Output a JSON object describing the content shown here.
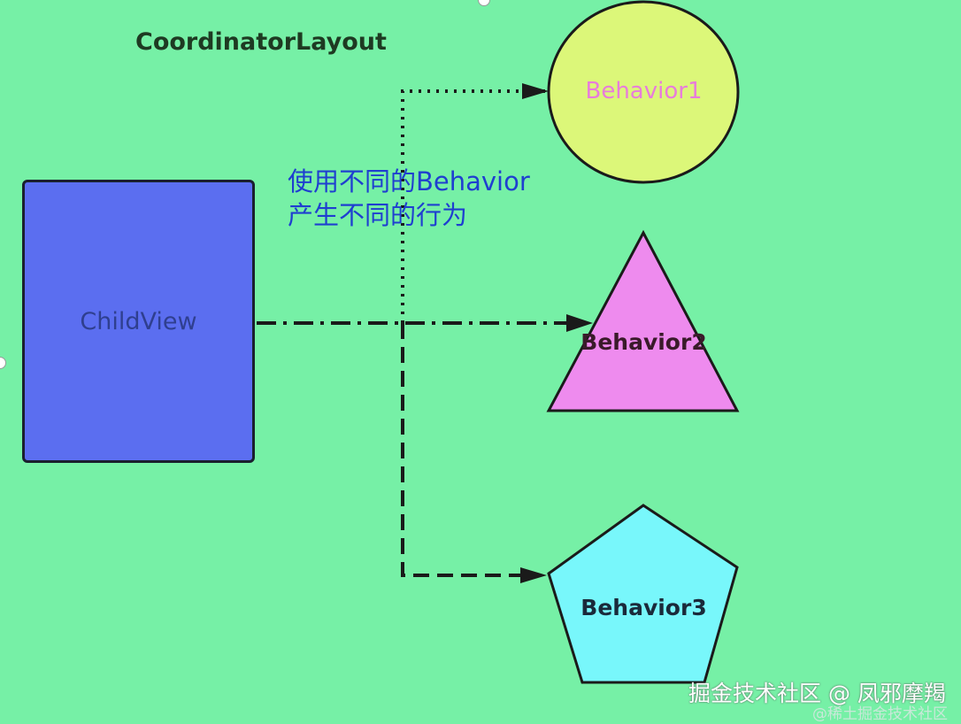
{
  "title": "CoordinatorLayout",
  "child_view": {
    "label": "ChildView"
  },
  "caption": {
    "line1": "使用不同的Behavior",
    "line2": "产生不同的行为"
  },
  "behaviors": [
    {
      "label": "Behavior1",
      "shape": "circle",
      "fill": "#dcf779"
    },
    {
      "label": "Behavior2",
      "shape": "triangle",
      "fill": "#ee8bee"
    },
    {
      "label": "Behavior3",
      "shape": "pentagon",
      "fill": "#78f7fb"
    }
  ],
  "connectors": [
    {
      "to": "Behavior1",
      "style": "dotted"
    },
    {
      "to": "Behavior2",
      "style": "dash-dot"
    },
    {
      "to": "Behavior3",
      "style": "dashed"
    }
  ],
  "watermark": {
    "main": "掘金技术社区 @ 凤邪摩羯",
    "sub": "@稀土掘金技术社区"
  },
  "colors": {
    "background": "#76f0a6",
    "child_view": "#5b6ef0"
  }
}
